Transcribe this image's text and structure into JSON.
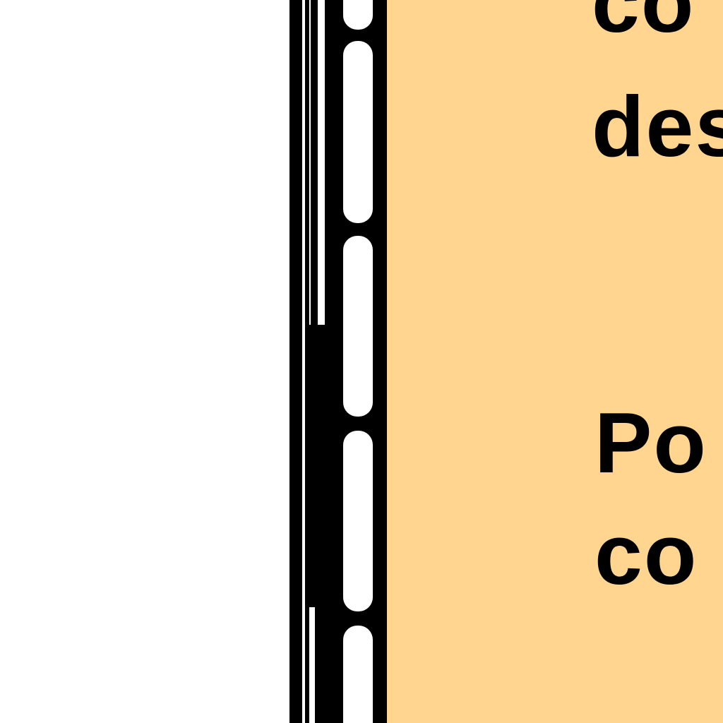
{
  "panel": {
    "background_color": "#ffd590",
    "lines": [
      {
        "text": "co"
      },
      {
        "text": "des"
      },
      {
        "text": "Po"
      },
      {
        "text": "co"
      }
    ]
  },
  "frame": {
    "stroke_color": "#000000",
    "fill_color": "#ffffff"
  }
}
